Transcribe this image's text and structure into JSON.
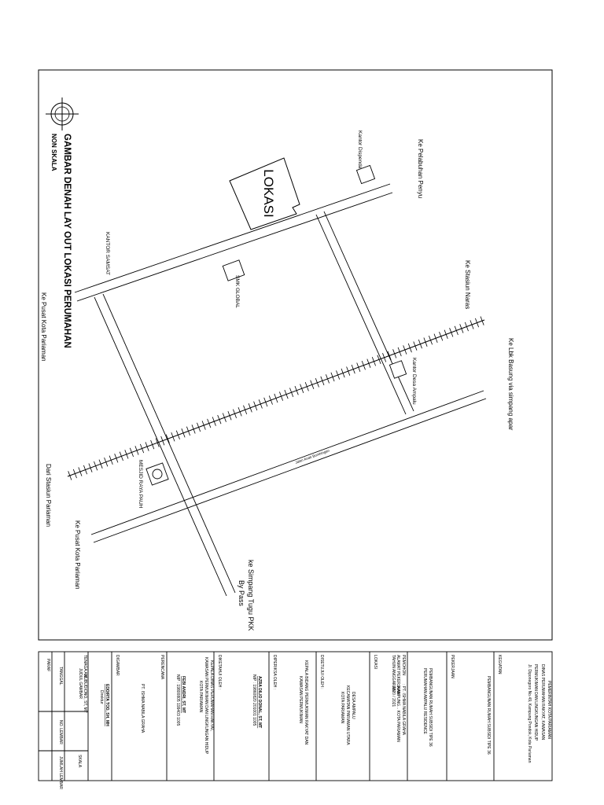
{
  "map": {
    "title": "GAMBAR DENAH LAY OUT LOKASI PERUMAHAN",
    "subtitle": "NON SKALA",
    "location": "LOKASI",
    "landmarks": {
      "kantor_samsat": "KANTOR SAMSAT",
      "smk_global": "SMK GLOBAL",
      "kantor_dispenda": "Kantor Dispenda",
      "kantor_desa": "Kantor Desa Ampalu",
      "masjid": "MESJID RAYA PAUH"
    },
    "directions": {
      "pelabuhan": "Ke Pelabuhan Penyu",
      "stasiun_naras": "Ke Stasiun Naras",
      "lbk_basung": "Ke Lbk Basung via simpang apar",
      "pusat_kota_top": "Ke Pusat Kota Pariaman",
      "dari_stasiun": "Dari Stasiun Pariaman",
      "pusat_kota_bottom": "Ke Pusat Kota Pariaman",
      "simpang_tugu": "ke Simpang Tugu PKK",
      "by_pass": "By Pass"
    },
    "street": "Jalan Anak Bumbingan"
  },
  "title_block": {
    "instansi": [
      "PEMERINTAH KOTA PARIAMAN",
      "DINAS PERUMAHAN RAKYAT, KAWASAN",
      "PERMUKIMAN DAN LINGKUNGAN HIDUP",
      "Jl. Diponegoro No.49, Kampung Pondok, Kota Pariaman"
    ],
    "kegiatan_label": "KEGIATAN",
    "kegiatan": "PEMBANGUNAN RUMAH SUBSIDI TIPE 36",
    "pekerjaan_label": "PEKERJAAN",
    "pekerjaan": [
      "PEMBANGUNAN RUMAH SUBSIDI TIPE 36",
      "PERUMAHAN AMPALU RESIDENCE"
    ],
    "pemohon_label": "PEMOHON",
    "pemohon": ": PT. ISHMA NABILA GRAHA",
    "alamat_label": "ALAMAT PEKERJAAN",
    "alamat": ": KAMPUNG... KOTA PARIAMAN",
    "tahun_label": "TAHUN ANGGARAN",
    "tahun": ": 2020 / 2021",
    "lokasi_label": "LOKASI",
    "lokasi": [
      "DESA AMPALU",
      "KECAMATAN PARIAMAN UTARA",
      "KOTA PARIAMAN"
    ],
    "disetujui_label": "DISETUJUI OLEH :",
    "disetujui": [
      "KEPALA BIDANG PERMUKIMAN RAKYAT DAN",
      "KAWASAN PERMUKIMAN"
    ],
    "diperiksa_label": "DIPERIKSA OLEH :",
    "diperiksa_name": "AZRA DILIO DONAL, ST, MT",
    "diperiksa_nip": "NIP : 19860820 201001 1005",
    "dibuat_label": "DIKETAHUI OLEH :",
    "dibuat": [
      "KEPALA DINAS PERUMAHAN RAKYAT,",
      "KAWASAN PERMUKIMAN DAN LINGKUNGAN HIDUP",
      "KOTA PARIAMAN"
    ],
    "kepala_name": "FEBI ANDRI, ST, MT",
    "kepala_nip": "NIP : 19800805 199403 1005",
    "perencana_label": "PERENCANA",
    "perencana": "PT. ISHMA NABILA GRAHA",
    "digambar_label": "DIGAMBAR",
    "digambar_name": "EDDIRTA TOD, SH, MH",
    "digambar_role": "Direktur",
    "tenaga_label": "TENAGA AHLI",
    "tenaga": "M. BUDIONO, ST, MT",
    "judul_label": "JUDUL GAMBAR",
    "tanggal_label": "TANGGAL",
    "nolembar_label": "NO. LEMBAR",
    "jumlah_label": "JUMLAH LEMBAR",
    "skala_label": "SKALA",
    "paraf_label": "PARAF"
  }
}
